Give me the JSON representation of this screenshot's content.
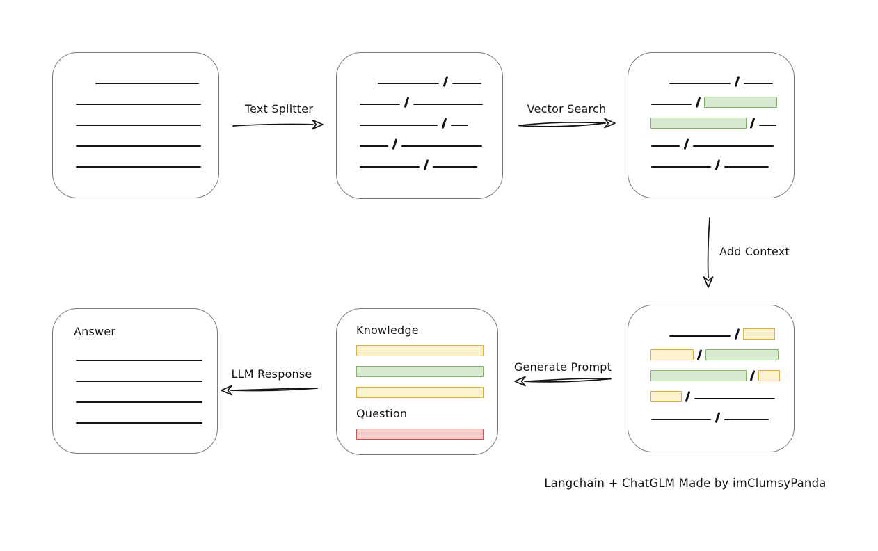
{
  "colors": {
    "line_color": "#141414",
    "box_border": "#787878",
    "green_fill": "#d9ead3",
    "green_stroke": "#82b366",
    "yellow_fill": "#fdf2cf",
    "yellow_stroke": "#dcb040",
    "red_fill": "#f8cecc",
    "red_stroke": "#b85450"
  },
  "labels": {
    "text_splitter": "Text Splitter",
    "vector_search": "Vector Search",
    "add_context": "Add Context",
    "generate_prompt": "Generate Prompt",
    "llm_response": "LLM Response",
    "caption": "Langchain + ChatGLM Made by imClumsyPanda"
  },
  "boxes": {
    "document": {
      "rows": [
        [
          {
            "t": "sp",
            "w": 28
          },
          {
            "t": "line",
            "w": 149
          }
        ],
        [
          {
            "t": "line",
            "w": 180
          }
        ],
        [
          {
            "t": "line",
            "w": 180
          }
        ],
        [
          {
            "t": "line",
            "w": 180
          }
        ],
        [
          {
            "t": "line",
            "w": 180
          }
        ]
      ]
    },
    "split_text": {
      "rows": [
        [
          {
            "t": "sp",
            "w": 26
          },
          {
            "t": "line",
            "w": 88
          },
          {
            "t": "slash"
          },
          {
            "t": "line",
            "w": 42
          }
        ],
        [
          {
            "t": "line",
            "w": 58
          },
          {
            "t": "slash"
          },
          {
            "t": "line",
            "w": 100
          }
        ],
        [
          {
            "t": "line",
            "w": 112
          },
          {
            "t": "slash"
          },
          {
            "t": "line",
            "w": 25
          }
        ],
        [
          {
            "t": "line",
            "w": 41
          },
          {
            "t": "slash"
          },
          {
            "t": "line",
            "w": 116
          }
        ],
        [
          {
            "t": "line",
            "w": 86
          },
          {
            "t": "slash"
          },
          {
            "t": "line",
            "w": 64
          }
        ]
      ]
    },
    "vector_matches": {
      "rows": [
        [
          {
            "t": "sp",
            "w": 26
          },
          {
            "t": "line",
            "w": 88
          },
          {
            "t": "slash"
          },
          {
            "t": "line",
            "w": 42
          }
        ],
        [
          {
            "t": "line",
            "w": 58
          },
          {
            "t": "slash"
          },
          {
            "t": "green",
            "w": 105
          }
        ],
        [
          {
            "t": "green",
            "w": 138
          },
          {
            "t": "slash"
          },
          {
            "t": "line",
            "w": 25
          }
        ],
        [
          {
            "t": "line",
            "w": 41
          },
          {
            "t": "slash"
          },
          {
            "t": "line",
            "w": 116
          }
        ],
        [
          {
            "t": "line",
            "w": 86
          },
          {
            "t": "slash"
          },
          {
            "t": "line",
            "w": 64
          }
        ]
      ]
    },
    "context_selection": {
      "rows": [
        [
          {
            "t": "sp",
            "w": 26
          },
          {
            "t": "line",
            "w": 88
          },
          {
            "t": "slash"
          },
          {
            "t": "yellow",
            "w": 46
          }
        ],
        [
          {
            "t": "yellow",
            "w": 62
          },
          {
            "t": "slash"
          },
          {
            "t": "green",
            "w": 105
          }
        ],
        [
          {
            "t": "green",
            "w": 138
          },
          {
            "t": "slash"
          },
          {
            "t": "yellow",
            "w": 31
          }
        ],
        [
          {
            "t": "yellow",
            "w": 45
          },
          {
            "t": "slash"
          },
          {
            "t": "line",
            "w": 116
          }
        ],
        [
          {
            "t": "line",
            "w": 86
          },
          {
            "t": "slash"
          },
          {
            "t": "line",
            "w": 64
          }
        ]
      ]
    },
    "prompt": {
      "knowledge_label": "Knowledge",
      "question_label": "Question",
      "knowledge_rows": [
        [
          {
            "t": "yellow",
            "w": 183
          }
        ],
        [
          {
            "t": "green",
            "w": 183
          }
        ],
        [
          {
            "t": "yellow",
            "w": 183
          }
        ]
      ],
      "question_rows": [
        [
          {
            "t": "red",
            "w": 183
          }
        ]
      ]
    },
    "answer": {
      "title": "Answer",
      "rows": [
        [
          {
            "t": "line",
            "w": 182
          }
        ],
        [
          {
            "t": "line",
            "w": 182
          }
        ],
        [
          {
            "t": "line",
            "w": 182
          }
        ],
        [
          {
            "t": "line",
            "w": 182
          }
        ]
      ]
    }
  }
}
